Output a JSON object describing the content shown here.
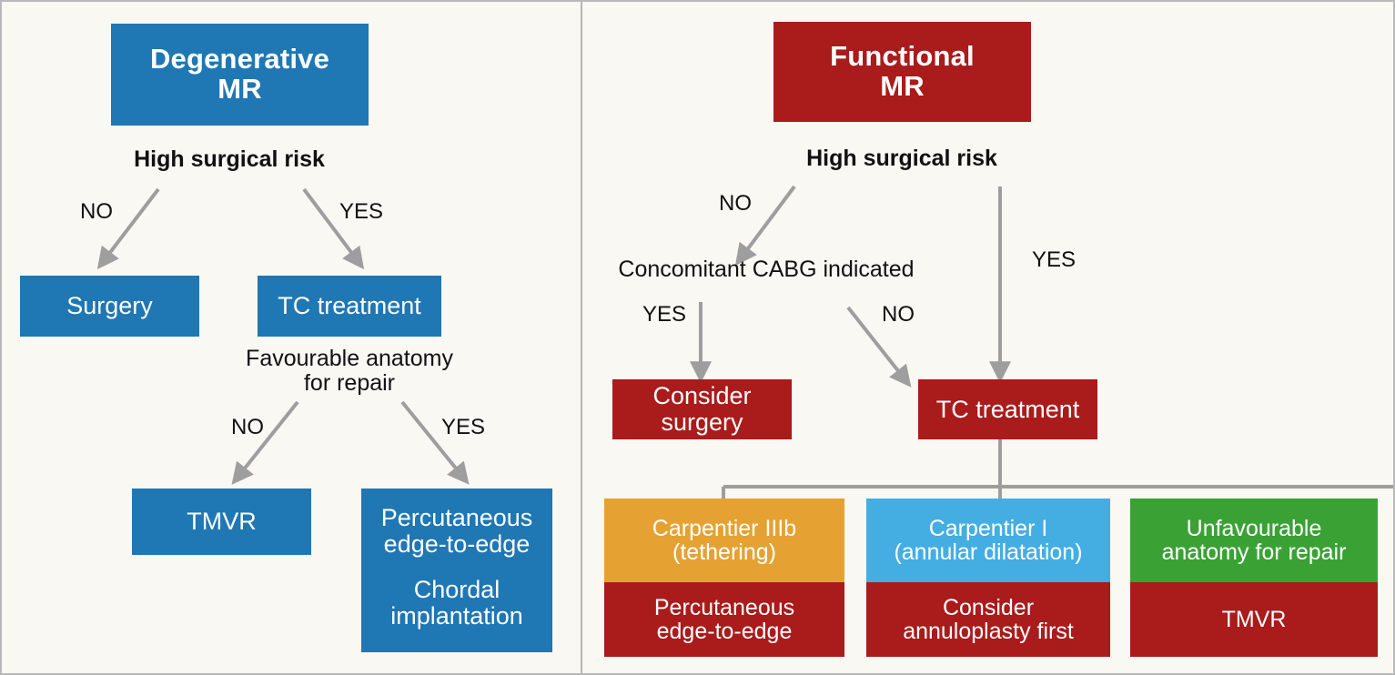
{
  "figure": {
    "title_visible": false
  },
  "panels": [
    {
      "id": "degenerative",
      "accent": "#1F77B4",
      "header": {
        "line1": "Degenerative",
        "line2": "MR"
      },
      "question1": "High surgical risk",
      "branch1_no": "NO",
      "branch1_yes": "YES",
      "node_surgery": "Surgery",
      "node_tc": "TC treatment",
      "question2_line1": "Favourable anatomy",
      "question2_line2": "for repair",
      "branch2_no": "NO",
      "branch2_yes": "YES",
      "node_tmvr": "TMVR",
      "node_perc_line1": "Percutaneous",
      "node_perc_line2": "edge-to-edge",
      "node_perc_line3": "Chordal",
      "node_perc_line4": "implantation"
    },
    {
      "id": "functional",
      "accent": "#AA1B1B",
      "header": {
        "line1": "Functional",
        "line2": "MR"
      },
      "question1": "High surgical risk",
      "branch1_no": "NO",
      "branch1_yes": "YES",
      "question2": "Concomitant CABG indicated",
      "branch2_yes": "YES",
      "branch2_no": "NO",
      "node_consider_surgery_line1": "Consider",
      "node_consider_surgery_line2": "surgery",
      "node_tc": "TC treatment",
      "outcomes": [
        {
          "top_color": "#E5A232",
          "top_line1": "Carpentier IIIb",
          "top_line2": "(tethering)",
          "bottom_color": "#AA1B1B",
          "bottom_line1": "Percutaneous",
          "bottom_line2": "edge-to-edge"
        },
        {
          "top_color": "#44AEE3",
          "top_line1": "Carpentier I",
          "top_line2": "(annular dilatation)",
          "bottom_color": "#AA1B1B",
          "bottom_line1": "Consider",
          "bottom_line2": "annuloplasty first"
        },
        {
          "top_color": "#3AA235",
          "top_line1": "Unfavourable",
          "top_line2": "anatomy for repair",
          "bottom_color": "#AA1B1B",
          "bottom_line1": "TMVR",
          "bottom_line2": ""
        }
      ]
    }
  ],
  "colors": {
    "background": "#F9F8F3",
    "divider": "#B4B4B4",
    "connector": "#9E9E9E",
    "blue": "#1F77B4",
    "red": "#AA1B1B",
    "orange": "#E5A232",
    "cyan": "#44AEE3",
    "green": "#3AA235"
  }
}
